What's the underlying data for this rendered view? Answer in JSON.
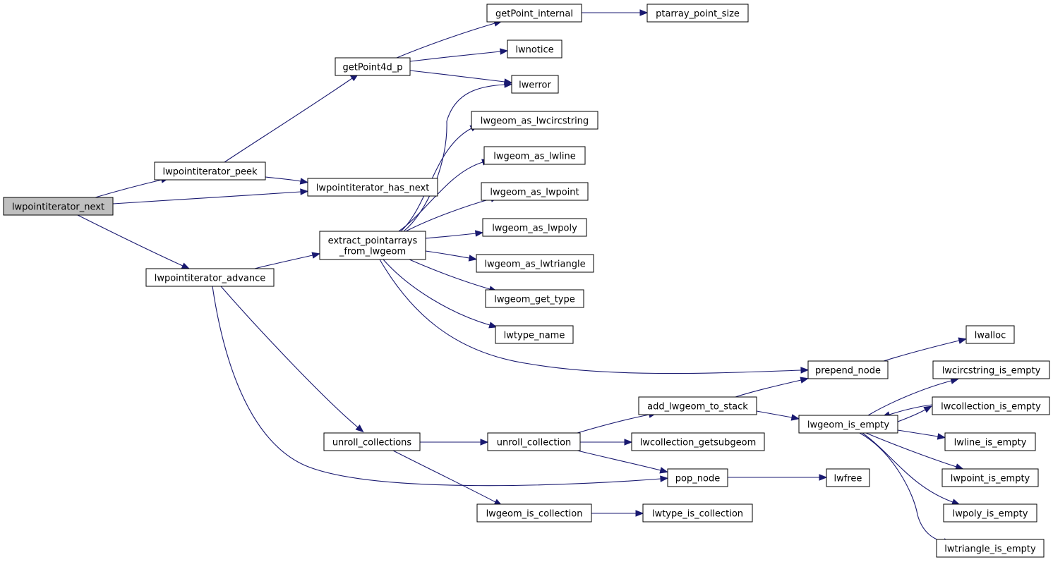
{
  "graph": {
    "nodes": [
      {
        "id": "lwpointiterator_next",
        "lines": [
          "lwpointiterator_next"
        ],
        "root": true
      },
      {
        "id": "lwpointiterator_peek",
        "lines": [
          "lwpointiterator_peek"
        ]
      },
      {
        "id": "lwpointiterator_has_next",
        "lines": [
          "lwpointiterator_has_next"
        ]
      },
      {
        "id": "lwpointiterator_advance",
        "lines": [
          "lwpointiterator_advance"
        ]
      },
      {
        "id": "getPoint4d_p",
        "lines": [
          "getPoint4d_p"
        ]
      },
      {
        "id": "getPoint_internal",
        "lines": [
          "getPoint_internal"
        ]
      },
      {
        "id": "ptarray_point_size",
        "lines": [
          "ptarray_point_size"
        ]
      },
      {
        "id": "lwnotice",
        "lines": [
          "lwnotice"
        ]
      },
      {
        "id": "lwerror",
        "lines": [
          "lwerror"
        ]
      },
      {
        "id": "lwgeom_as_lwcircstring",
        "lines": [
          "lwgeom_as_lwcircstring"
        ]
      },
      {
        "id": "lwgeom_as_lwline",
        "lines": [
          "lwgeom_as_lwline"
        ]
      },
      {
        "id": "lwgeom_as_lwpoint",
        "lines": [
          "lwgeom_as_lwpoint"
        ]
      },
      {
        "id": "lwgeom_as_lwpoly",
        "lines": [
          "lwgeom_as_lwpoly"
        ]
      },
      {
        "id": "extract_pointarrays_from_lwgeom",
        "lines": [
          "extract_pointarrays",
          "_from_lwgeom"
        ]
      },
      {
        "id": "lwgeom_as_lwtriangle",
        "lines": [
          "lwgeom_as_lwtriangle"
        ]
      },
      {
        "id": "lwgeom_get_type",
        "lines": [
          "lwgeom_get_type"
        ]
      },
      {
        "id": "lwtype_name",
        "lines": [
          "lwtype_name"
        ]
      },
      {
        "id": "lwalloc",
        "lines": [
          "lwalloc"
        ]
      },
      {
        "id": "prepend_node",
        "lines": [
          "prepend_node"
        ]
      },
      {
        "id": "lwcircstring_is_empty",
        "lines": [
          "lwcircstring_is_empty"
        ]
      },
      {
        "id": "add_lwgeom_to_stack",
        "lines": [
          "add_lwgeom_to_stack"
        ]
      },
      {
        "id": "lwcollection_is_empty",
        "lines": [
          "lwcollection_is_empty"
        ]
      },
      {
        "id": "lwgeom_is_empty",
        "lines": [
          "lwgeom_is_empty"
        ]
      },
      {
        "id": "unroll_collections",
        "lines": [
          "unroll_collections"
        ]
      },
      {
        "id": "unroll_collection",
        "lines": [
          "unroll_collection"
        ]
      },
      {
        "id": "lwcollection_getsubgeom",
        "lines": [
          "lwcollection_getsubgeom"
        ]
      },
      {
        "id": "lwline_is_empty",
        "lines": [
          "lwline_is_empty"
        ]
      },
      {
        "id": "pop_node",
        "lines": [
          "pop_node"
        ]
      },
      {
        "id": "lwfree",
        "lines": [
          "lwfree"
        ]
      },
      {
        "id": "lwpoint_is_empty",
        "lines": [
          "lwpoint_is_empty"
        ]
      },
      {
        "id": "lwgeom_is_collection",
        "lines": [
          "lwgeom_is_collection"
        ]
      },
      {
        "id": "lwtype_is_collection",
        "lines": [
          "lwtype_is_collection"
        ]
      },
      {
        "id": "lwpoly_is_empty",
        "lines": [
          "lwpoly_is_empty"
        ]
      },
      {
        "id": "lwtriangle_is_empty",
        "lines": [
          "lwtriangle_is_empty"
        ]
      }
    ],
    "edges": [
      {
        "from": "lwpointiterator_next",
        "to": "lwpointiterator_peek"
      },
      {
        "from": "lwpointiterator_next",
        "to": "lwpointiterator_has_next"
      },
      {
        "from": "lwpointiterator_next",
        "to": "lwpointiterator_advance"
      },
      {
        "from": "lwpointiterator_peek",
        "to": "getPoint4d_p"
      },
      {
        "from": "lwpointiterator_peek",
        "to": "lwpointiterator_has_next"
      },
      {
        "from": "getPoint4d_p",
        "to": "getPoint_internal"
      },
      {
        "from": "getPoint4d_p",
        "to": "lwnotice"
      },
      {
        "from": "getPoint4d_p",
        "to": "lwerror"
      },
      {
        "from": "getPoint_internal",
        "to": "ptarray_point_size"
      },
      {
        "from": "lwpointiterator_advance",
        "to": "extract_pointarrays_from_lwgeom"
      },
      {
        "from": "lwpointiterator_advance",
        "to": "unroll_collections"
      },
      {
        "from": "lwpointiterator_advance",
        "to": "pop_node"
      },
      {
        "from": "extract_pointarrays_from_lwgeom",
        "to": "lwerror"
      },
      {
        "from": "extract_pointarrays_from_lwgeom",
        "to": "lwgeom_as_lwcircstring"
      },
      {
        "from": "extract_pointarrays_from_lwgeom",
        "to": "lwgeom_as_lwline"
      },
      {
        "from": "extract_pointarrays_from_lwgeom",
        "to": "lwgeom_as_lwpoint"
      },
      {
        "from": "extract_pointarrays_from_lwgeom",
        "to": "lwgeom_as_lwpoly"
      },
      {
        "from": "extract_pointarrays_from_lwgeom",
        "to": "lwgeom_as_lwtriangle"
      },
      {
        "from": "extract_pointarrays_from_lwgeom",
        "to": "lwgeom_get_type"
      },
      {
        "from": "extract_pointarrays_from_lwgeom",
        "to": "lwtype_name"
      },
      {
        "from": "extract_pointarrays_from_lwgeom",
        "to": "prepend_node"
      },
      {
        "from": "prepend_node",
        "to": "lwalloc"
      },
      {
        "from": "unroll_collections",
        "to": "unroll_collection"
      },
      {
        "from": "unroll_collections",
        "to": "lwgeom_is_collection"
      },
      {
        "from": "unroll_collection",
        "to": "add_lwgeom_to_stack"
      },
      {
        "from": "unroll_collection",
        "to": "lwcollection_getsubgeom"
      },
      {
        "from": "unroll_collection",
        "to": "pop_node"
      },
      {
        "from": "add_lwgeom_to_stack",
        "to": "prepend_node"
      },
      {
        "from": "add_lwgeom_to_stack",
        "to": "lwgeom_is_empty"
      },
      {
        "from": "lwgeom_is_empty",
        "to": "lwcircstring_is_empty"
      },
      {
        "from": "lwgeom_is_empty",
        "to": "lwcollection_is_empty"
      },
      {
        "from": "lwcollection_is_empty",
        "to": "lwgeom_is_empty"
      },
      {
        "from": "lwgeom_is_empty",
        "to": "lwline_is_empty"
      },
      {
        "from": "lwgeom_is_empty",
        "to": "lwpoint_is_empty"
      },
      {
        "from": "lwgeom_is_empty",
        "to": "lwpoly_is_empty"
      },
      {
        "from": "lwgeom_is_empty",
        "to": "lwtriangle_is_empty"
      },
      {
        "from": "pop_node",
        "to": "lwfree"
      },
      {
        "from": "lwgeom_is_collection",
        "to": "lwtype_is_collection"
      }
    ]
  }
}
